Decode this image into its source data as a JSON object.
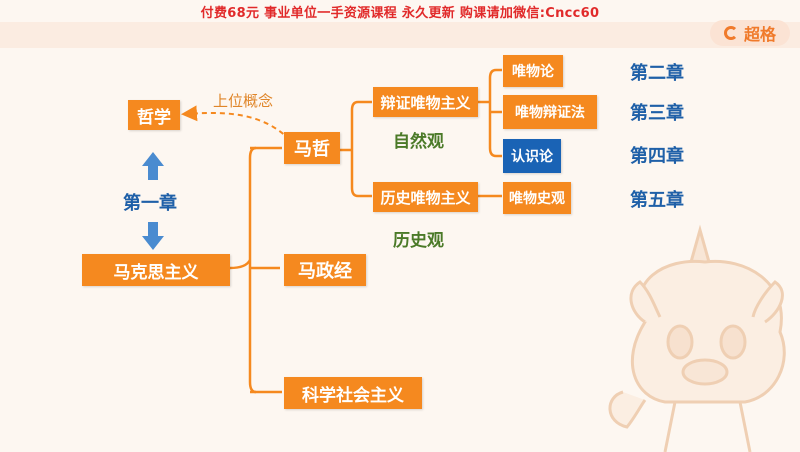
{
  "banner": "付费68元 事业单位一手资源课程 永久更新 购课请加微信:Cncc60",
  "logo": {
    "icon": "chaoge-logo-icon",
    "text": "超格",
    "color": "#f07a2b"
  },
  "colors": {
    "node": "#f5891f",
    "node_highlight": "#1a63b5",
    "chapter": "#1f60a8",
    "note": "#4b7a28",
    "arrow": "#4a8bd0"
  },
  "diagram": {
    "philosophy": "哲学",
    "upper_concept": "上位概念",
    "chapter_one": "第一章",
    "marxism": "马克思主义",
    "ma_zhe": "马哲",
    "ma_zheng_jing": "马政经",
    "sci_socialism": "科学社会主义",
    "dialectical_materialism": "辩证唯物主义",
    "historical_materialism": "历史唯物主义",
    "view_of_nature": "自然观",
    "view_of_history": "历史观",
    "materialism": "唯物论",
    "materialist_dialectics": "唯物辩证法",
    "epistemology": "认识论",
    "historical_materialism_view": "唯物史观",
    "chapter_two": "第二章",
    "chapter_three": "第三章",
    "chapter_four": "第四章",
    "chapter_five": "第五章"
  }
}
